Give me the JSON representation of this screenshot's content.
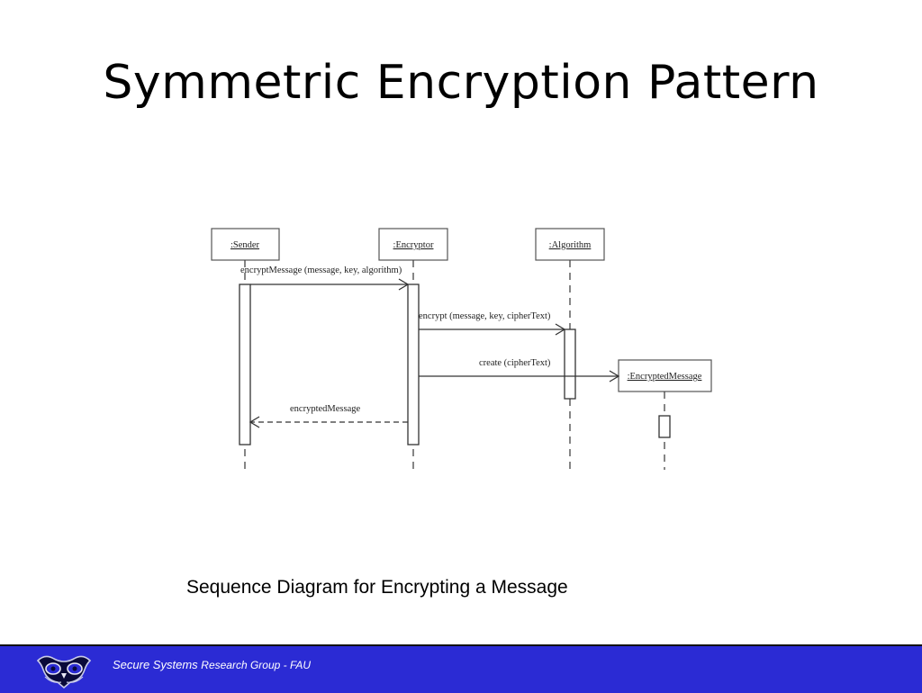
{
  "slide": {
    "title": "Symmetric Encryption Pattern",
    "caption": "Sequence Diagram for Encrypting a Message"
  },
  "diagram": {
    "objects": [
      {
        "id": "sender",
        "label": ":Sender"
      },
      {
        "id": "encryptor",
        "label": ":Encryptor"
      },
      {
        "id": "algorithm",
        "label": ":Algorithm"
      },
      {
        "id": "encrypted",
        "label": ":EncryptedMessage"
      }
    ],
    "messages": [
      {
        "label": "encryptMessage (message, key, algorithm)",
        "from": "sender",
        "to": "encryptor",
        "kind": "call"
      },
      {
        "label": "encrypt (message, key, cipherText)",
        "from": "encryptor",
        "to": "algorithm",
        "kind": "call"
      },
      {
        "label": "create (cipherText)",
        "from": "encryptor",
        "to": "encrypted",
        "kind": "create"
      },
      {
        "label": "encryptedMessage",
        "from": "encryptor",
        "to": "sender",
        "kind": "return"
      }
    ]
  },
  "footer": {
    "text_part1": "Secure Systems",
    "text_part2": "Research Group - FAU",
    "logo_icon": "owl-logo-icon",
    "background_color": "#2b2bd4"
  }
}
